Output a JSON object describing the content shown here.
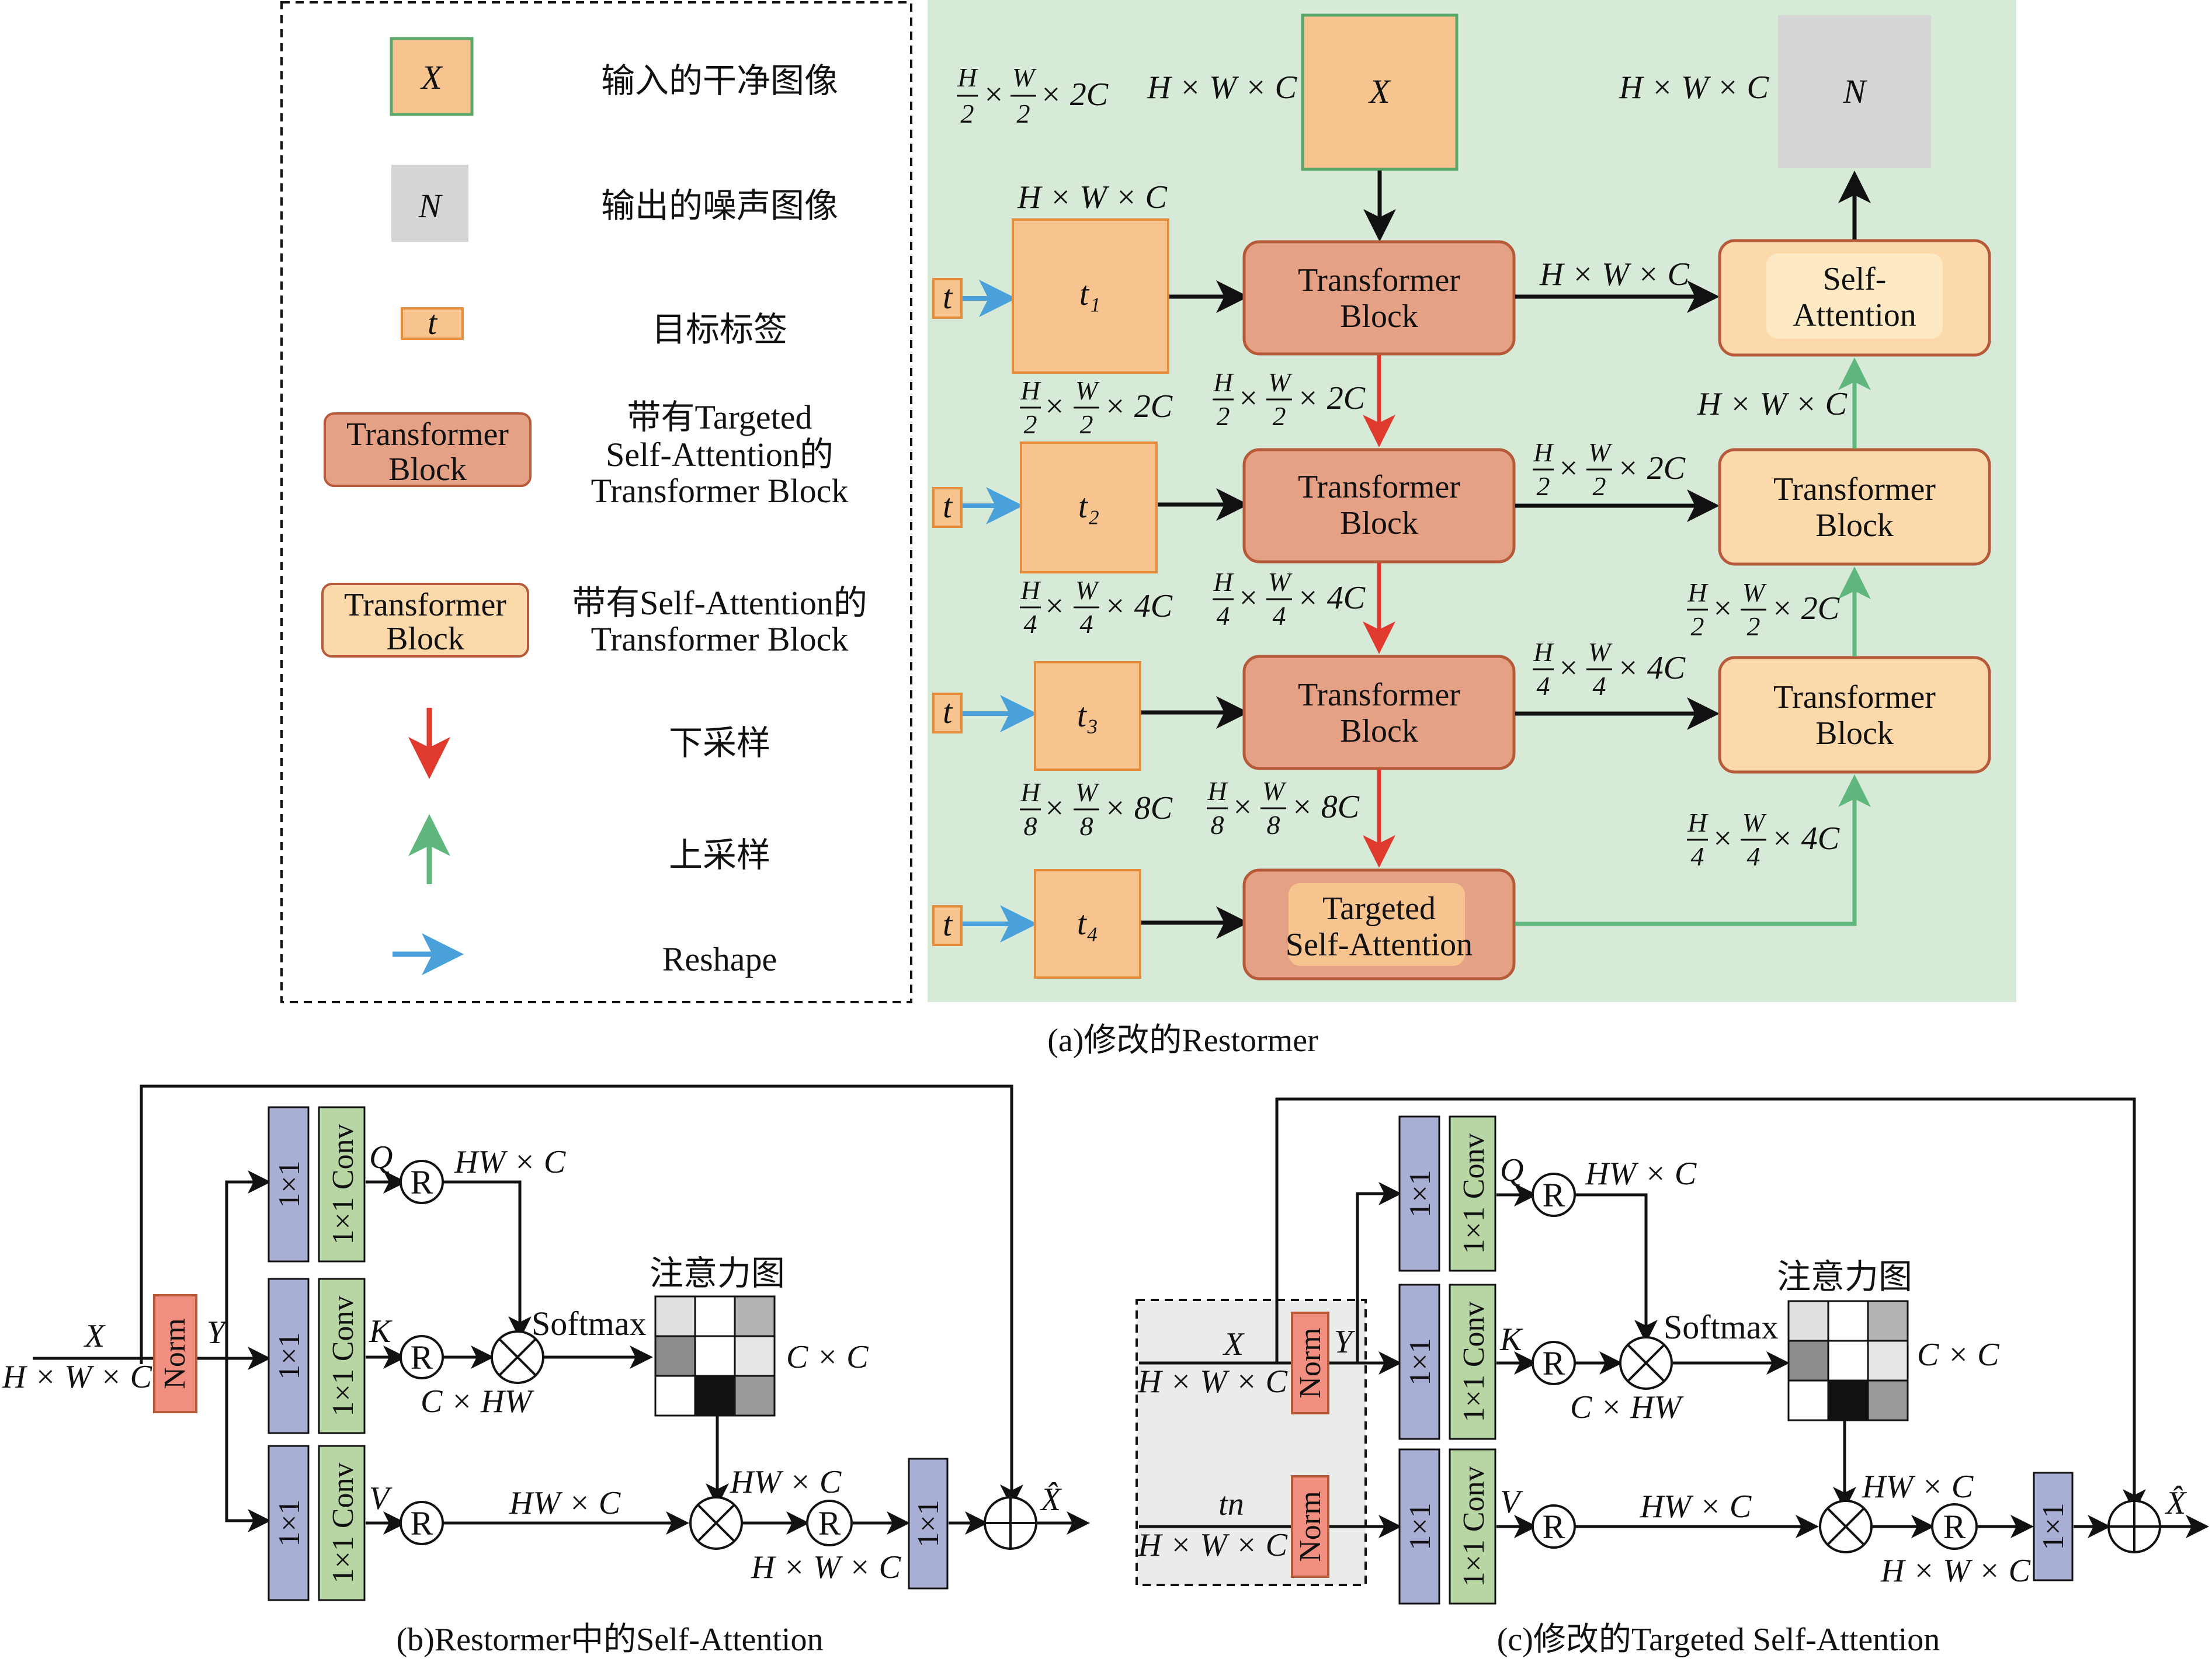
{
  "legend": {
    "x_symbol": "X",
    "x_text": "输入的干净图像",
    "n_symbol": "N",
    "n_text": "输出的噪声图像",
    "t_symbol": "t",
    "t_text": "目标标签",
    "block_label": "Transformer Block",
    "targeted_text_1": "带有Targeted",
    "targeted_text_2": "Self-Attention的",
    "targeted_text_3": "Transformer Block",
    "self_text_1": "带有Self-Attention的",
    "self_text_2": "Transformer Block",
    "down_text": "下采样",
    "up_text": "上采样",
    "reshape_text": "Reshape"
  },
  "panel_a": {
    "caption": "(a)修改的Restormer",
    "x_label": "X",
    "n_label": "N",
    "t_label": "t",
    "t1": "t₁",
    "t2": "t₂",
    "t3": "t₃",
    "t4": "t₄",
    "transformer": "Transformer",
    "block": "Block",
    "self": "Self-",
    "attention": "Attention",
    "targeted": "Targeted",
    "self_attention": "Self-Attention",
    "dim_hwc": "H × W × C",
    "dim_2c": "2C",
    "dim_4c": "4C",
    "dim_8c": "8C",
    "frac_h": "H",
    "frac_w": "W",
    "den_2": "2",
    "den_4": "4",
    "den_8": "8",
    "times": "×"
  },
  "panel_b": {
    "caption": "(b)Restormer中的Self-Attention",
    "x_label": "X",
    "input_dim": "H × W × C",
    "norm": "Norm",
    "y_label": "Y",
    "conv_1x1": "1×1",
    "conv_label": "1×1 Conv",
    "q_label": "Q",
    "k_label": "K",
    "v_label": "V",
    "r_label": "R",
    "hw_c": "HW × C",
    "c_hw": "C × HW",
    "softmax": "Softmax",
    "attention_map": "注意力图",
    "c_c": "C × C",
    "out_dim": "H × W × C",
    "out_label": "X̂"
  },
  "panel_c": {
    "caption": "(c)修改的Targeted Self-Attention",
    "x_label": "X",
    "input_dim": "H × W × C",
    "tn_label": "tn",
    "tn_dim": "H × W × C",
    "norm": "Norm",
    "y_label": "Y",
    "conv_1x1": "1×1",
    "conv_label": "1×1 Conv",
    "q_label": "Q",
    "k_label": "K",
    "v_label": "V",
    "r_label": "R",
    "hw_c": "HW × C",
    "c_hw": "C × HW",
    "softmax": "Softmax",
    "attention_map": "注意力图",
    "c_c": "C × C",
    "out_dim": "H × W × C",
    "out_label": "X̂"
  },
  "colors": {
    "panel_bg": "#d6ead7",
    "input_orange": "#f7c48f",
    "input_border_green": "#5ba86a",
    "noise_gray": "#d6d6d6",
    "targeted_block": "#e4a186",
    "self_block": "#fcd9aa",
    "inner_attention": "#fde9c4",
    "down_arrow": "#e03a2f",
    "up_arrow": "#5fb77d",
    "reshape_arrow": "#4aa0d8",
    "norm_red": "#f08e80",
    "conv_purple": "#a9aed4",
    "conv_green": "#b7d6a3"
  },
  "attention_grid_shades": [
    "#e0e0e0",
    "#ffffff",
    "#b3b3b3",
    "#8c8c8c",
    "#ffffff",
    "#e6e6e6",
    "#ffffff",
    "#111111",
    "#999999"
  ]
}
